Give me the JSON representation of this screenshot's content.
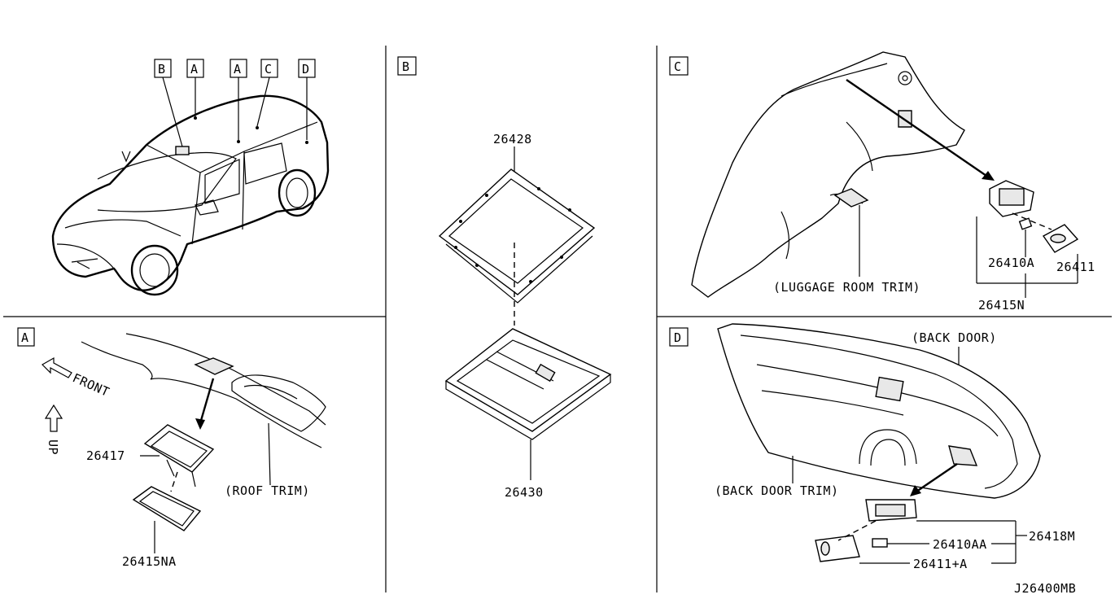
{
  "panels": {
    "overview": {
      "callouts": [
        "B",
        "A",
        "A",
        "C",
        "D"
      ]
    },
    "a": {
      "letter": "A",
      "front": "FRONT",
      "up": "UP",
      "labels": {
        "p1": "26417",
        "p2": "26415NA",
        "trim": "(ROOF TRIM)"
      }
    },
    "b": {
      "letter": "B",
      "labels": {
        "p1": "26428",
        "p2": "26430"
      }
    },
    "c": {
      "letter": "C",
      "labels": {
        "p1": "26410A",
        "p2": "26411",
        "p3": "26415N",
        "trim": "(LUGGAGE ROOM TRIM)"
      }
    },
    "d": {
      "letter": "D",
      "labels": {
        "door": "(BACK DOOR)",
        "trim": "(BACK DOOR TRIM)",
        "p1": "26418M",
        "p2": "26410AA",
        "p3": "26411+A"
      }
    }
  },
  "diagram_code": "J26400MB"
}
